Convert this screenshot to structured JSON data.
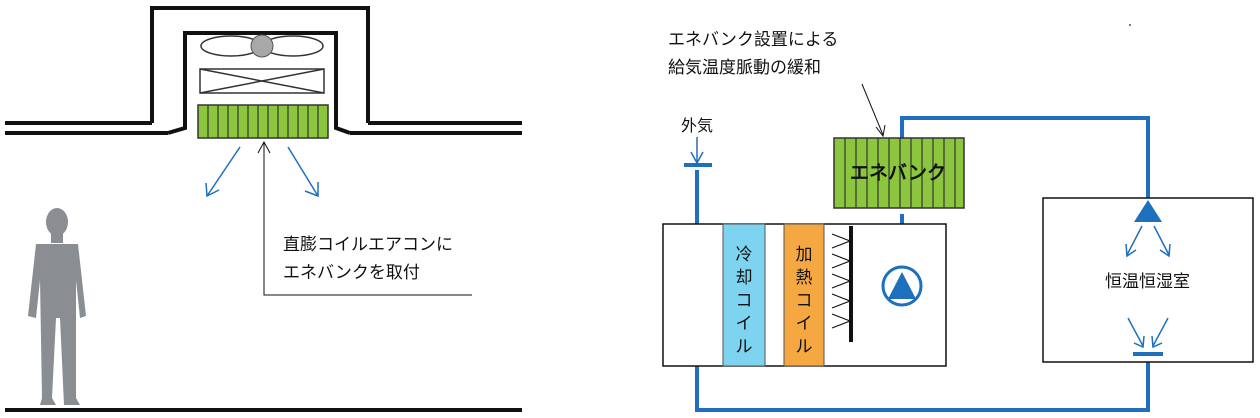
{
  "left_diagram": {
    "callout_line1": "直膨コイルエアコンに",
    "callout_line2": "エネバンクを取付"
  },
  "right_diagram": {
    "note_line1": "エネバンク設置による",
    "note_line2": "給気温度脈動の緩和",
    "outside_air": "外気",
    "enebank": "エネバンク",
    "cooling_coil": "冷却コイル",
    "heating_coil": "加熱コイル",
    "room": "恒温恒湿室"
  },
  "colors": {
    "pipe_blue": "#1f6fbf",
    "coil_green": "#8cc63f",
    "cooling_coil": "#7dd3f0",
    "heating_coil": "#f5a742",
    "person_gray": "#8a8d91"
  }
}
